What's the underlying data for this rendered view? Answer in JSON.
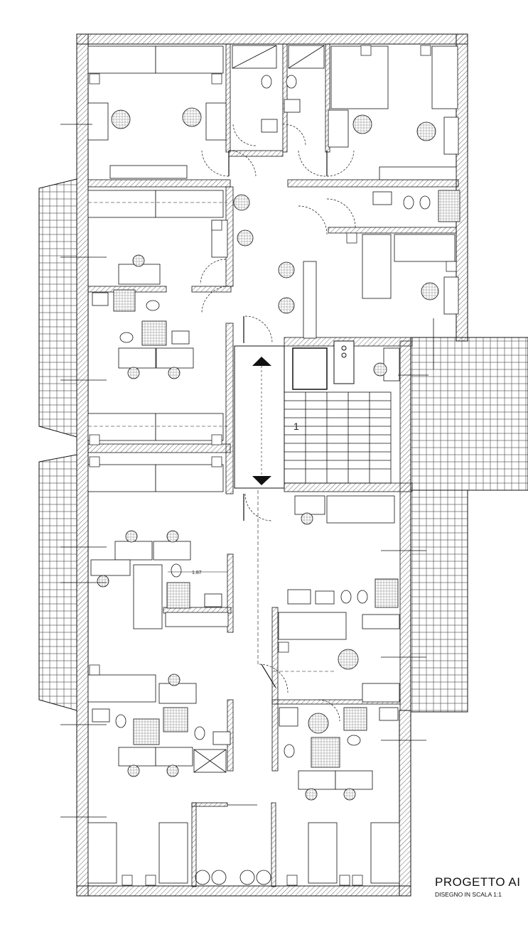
{
  "drawing": {
    "title": "PROGETTO AI",
    "scale_note": "DISEGNO IN SCALA 1:1",
    "dimension_label": "1.87",
    "stair_number": "1"
  },
  "colors": {
    "line": "#111111",
    "hatch": "#555555",
    "balcony_tile": "#444444",
    "background": "#ffffff"
  }
}
